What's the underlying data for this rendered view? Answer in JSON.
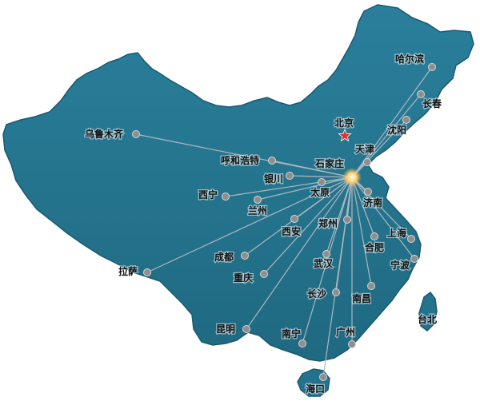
{
  "colors": {
    "land": "#24738e",
    "land_border": "#1a5a70",
    "route": "#aeb8bf",
    "dot": "#8e8e8e",
    "capital_star": "#e0322a",
    "hub_glow": "#ffe9a8"
  },
  "capital": {
    "name": "北京",
    "icon": "star-icon"
  },
  "hub": {
    "name": "石家庄"
  },
  "cities": [
    {
      "id": "harbin",
      "name": "哈尔滨"
    },
    {
      "id": "changchun",
      "name": "长春"
    },
    {
      "id": "shenyang",
      "name": "沈阳"
    },
    {
      "id": "tianjin",
      "name": "天津"
    },
    {
      "id": "urumqi",
      "name": "乌鲁木齐"
    },
    {
      "id": "hohhot",
      "name": "呼和浩特"
    },
    {
      "id": "yinchuan",
      "name": "银川"
    },
    {
      "id": "taiyuan",
      "name": "太原"
    },
    {
      "id": "xining",
      "name": "西宁"
    },
    {
      "id": "lanzhou",
      "name": "兰州"
    },
    {
      "id": "jinan",
      "name": "济南"
    },
    {
      "id": "zhengzhou",
      "name": "郑州"
    },
    {
      "id": "xian",
      "name": "西安"
    },
    {
      "id": "shanghai",
      "name": "上海"
    },
    {
      "id": "hefei",
      "name": "合肥"
    },
    {
      "id": "ningbo",
      "name": "宁波"
    },
    {
      "id": "lhasa",
      "name": "拉萨"
    },
    {
      "id": "chengdu",
      "name": "成都"
    },
    {
      "id": "chongqing",
      "name": "重庆"
    },
    {
      "id": "wuhan",
      "name": "武汉"
    },
    {
      "id": "changsha",
      "name": "长沙"
    },
    {
      "id": "nanchang",
      "name": "南昌"
    },
    {
      "id": "kunming",
      "name": "昆明"
    },
    {
      "id": "nanning",
      "name": "南宁"
    },
    {
      "id": "guangzhou",
      "name": "广州"
    },
    {
      "id": "haikou",
      "name": "海口"
    }
  ],
  "taiwan_label": "台北"
}
